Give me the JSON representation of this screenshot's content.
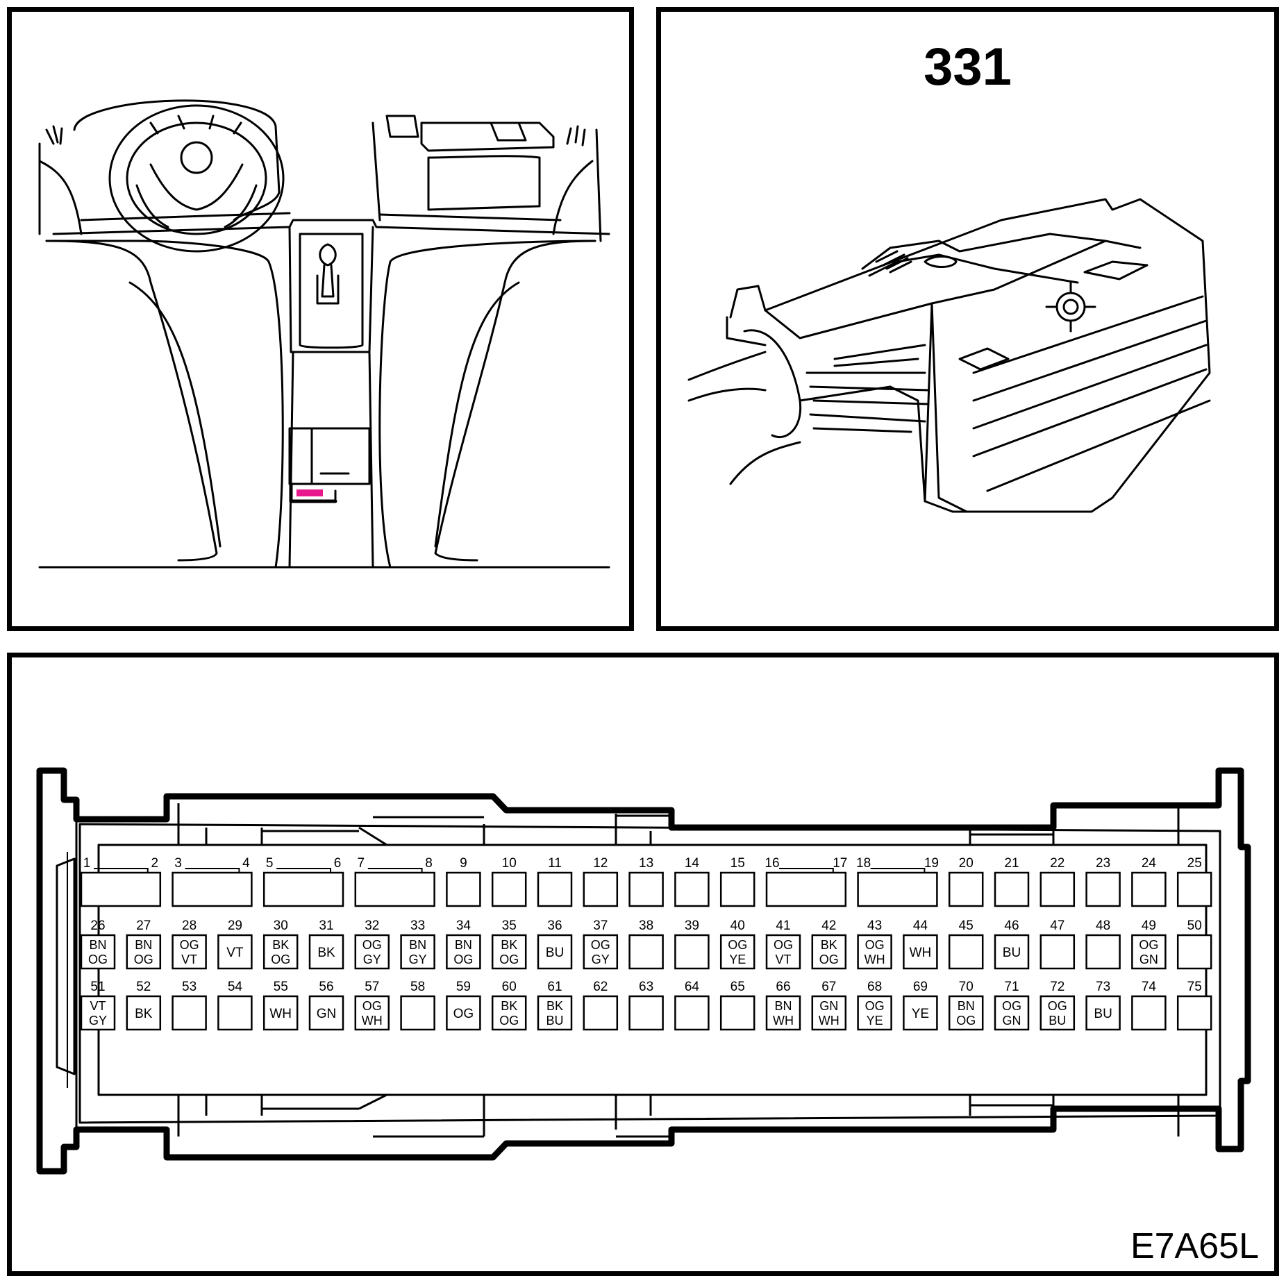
{
  "connector_number": "331",
  "figure_code": "E7A65L",
  "highlight_color": "#e8198c",
  "cavity_groups": [
    [
      1,
      2
    ],
    [
      3,
      4
    ],
    [
      5,
      6
    ],
    [
      7,
      8
    ],
    [
      16,
      17
    ],
    [
      18,
      19
    ]
  ],
  "pins": [
    {
      "n": "1",
      "c": []
    },
    {
      "n": "2",
      "c": []
    },
    {
      "n": "3",
      "c": []
    },
    {
      "n": "4",
      "c": []
    },
    {
      "n": "5",
      "c": []
    },
    {
      "n": "6",
      "c": []
    },
    {
      "n": "7",
      "c": []
    },
    {
      "n": "8",
      "c": []
    },
    {
      "n": "9",
      "c": []
    },
    {
      "n": "10",
      "c": []
    },
    {
      "n": "11",
      "c": []
    },
    {
      "n": "12",
      "c": []
    },
    {
      "n": "13",
      "c": []
    },
    {
      "n": "14",
      "c": []
    },
    {
      "n": "15",
      "c": []
    },
    {
      "n": "16",
      "c": []
    },
    {
      "n": "17",
      "c": []
    },
    {
      "n": "18",
      "c": []
    },
    {
      "n": "19",
      "c": []
    },
    {
      "n": "20",
      "c": []
    },
    {
      "n": "21",
      "c": []
    },
    {
      "n": "22",
      "c": []
    },
    {
      "n": "23",
      "c": []
    },
    {
      "n": "24",
      "c": []
    },
    {
      "n": "25",
      "c": []
    },
    {
      "n": "26",
      "c": [
        "BN",
        "OG"
      ]
    },
    {
      "n": "27",
      "c": [
        "BN",
        "OG"
      ]
    },
    {
      "n": "28",
      "c": [
        "OG",
        "VT"
      ]
    },
    {
      "n": "29",
      "c": [
        "VT"
      ]
    },
    {
      "n": "30",
      "c": [
        "BK",
        "OG"
      ]
    },
    {
      "n": "31",
      "c": [
        "BK"
      ]
    },
    {
      "n": "32",
      "c": [
        "OG",
        "GY"
      ]
    },
    {
      "n": "33",
      "c": [
        "BN",
        "GY"
      ]
    },
    {
      "n": "34",
      "c": [
        "BN",
        "OG"
      ]
    },
    {
      "n": "35",
      "c": [
        "BK",
        "OG"
      ]
    },
    {
      "n": "36",
      "c": [
        "BU"
      ]
    },
    {
      "n": "37",
      "c": [
        "OG",
        "GY"
      ]
    },
    {
      "n": "38",
      "c": []
    },
    {
      "n": "39",
      "c": []
    },
    {
      "n": "40",
      "c": [
        "OG",
        "YE"
      ]
    },
    {
      "n": "41",
      "c": [
        "OG",
        "VT"
      ]
    },
    {
      "n": "42",
      "c": [
        "BK",
        "OG"
      ]
    },
    {
      "n": "43",
      "c": [
        "OG",
        "WH"
      ]
    },
    {
      "n": "44",
      "c": [
        "WH"
      ]
    },
    {
      "n": "45",
      "c": []
    },
    {
      "n": "46",
      "c": [
        "BU"
      ]
    },
    {
      "n": "47",
      "c": []
    },
    {
      "n": "48",
      "c": []
    },
    {
      "n": "49",
      "c": [
        "OG",
        "GN"
      ]
    },
    {
      "n": "50",
      "c": []
    },
    {
      "n": "51",
      "c": [
        "VT",
        "GY"
      ]
    },
    {
      "n": "52",
      "c": [
        "BK"
      ]
    },
    {
      "n": "53",
      "c": []
    },
    {
      "n": "54",
      "c": []
    },
    {
      "n": "55",
      "c": [
        "WH"
      ]
    },
    {
      "n": "56",
      "c": [
        "GN"
      ]
    },
    {
      "n": "57",
      "c": [
        "OG",
        "WH"
      ]
    },
    {
      "n": "58",
      "c": []
    },
    {
      "n": "59",
      "c": [
        "OG"
      ]
    },
    {
      "n": "60",
      "c": [
        "BK",
        "OG"
      ]
    },
    {
      "n": "61",
      "c": [
        "BK",
        "BU"
      ]
    },
    {
      "n": "62",
      "c": []
    },
    {
      "n": "63",
      "c": []
    },
    {
      "n": "64",
      "c": []
    },
    {
      "n": "65",
      "c": []
    },
    {
      "n": "66",
      "c": [
        "BN",
        "WH"
      ]
    },
    {
      "n": "67",
      "c": [
        "GN",
        "WH"
      ]
    },
    {
      "n": "68",
      "c": [
        "OG",
        "YE"
      ]
    },
    {
      "n": "69",
      "c": [
        "YE"
      ]
    },
    {
      "n": "70",
      "c": [
        "BN",
        "OG"
      ]
    },
    {
      "n": "71",
      "c": [
        "OG",
        "GN"
      ]
    },
    {
      "n": "72",
      "c": [
        "OG",
        "BU"
      ]
    },
    {
      "n": "73",
      "c": [
        "BU"
      ]
    },
    {
      "n": "74",
      "c": []
    },
    {
      "n": "75",
      "c": []
    }
  ]
}
